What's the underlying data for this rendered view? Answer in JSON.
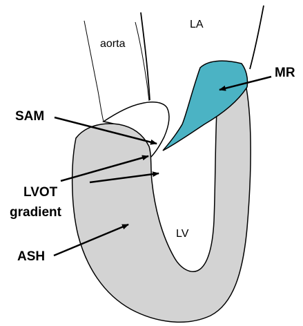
{
  "labels": {
    "aorta": "aorta",
    "la": "LA",
    "mr": "MR",
    "sam": "SAM",
    "lvot_line1": "LVOT",
    "lvot_line2": "gradient",
    "lv": "LV",
    "ash": "ASH"
  },
  "colors": {
    "myocardium": "#d3d3d3",
    "regurgitant_jet": "#4bb3c4",
    "outline": "#000000",
    "background": "#ffffff"
  }
}
